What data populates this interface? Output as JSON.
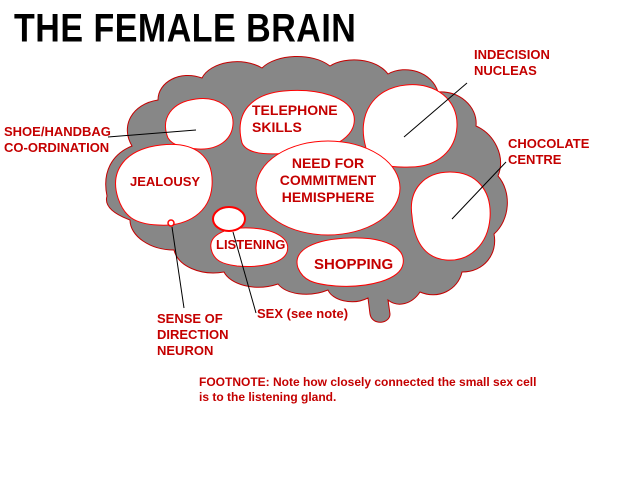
{
  "title": "THE FEMALE BRAIN",
  "brain_regions": {
    "telephone_skills": "TELEPHONE\nSKILLS",
    "jealousy": "JEALOUSY",
    "need_for_commitment": "NEED FOR\nCOMMITMENT\nHEMISPHERE",
    "listening": "LISTENING",
    "shopping": "SHOPPING"
  },
  "callouts": {
    "indecision_nucleas": "INDECISION\nNUCLEAS",
    "shoe_handbag": "SHOE/HANDBAG\nCO-ORDINATION",
    "chocolate_centre": "CHOCOLATE\nCENTRE",
    "sense_of_direction": "SENSE OF\nDIRECTION\nNEURON",
    "sex": "SEX (see note)"
  },
  "footnote": "FOOTNOTE:  Note how closely connected the small sex cell\nis to the listening gland.",
  "colors": {
    "brain_fill": "#878787",
    "region_outline": "#ff0000",
    "label_text": "#c40000",
    "title_text": "#000000",
    "pointer_line": "#000000"
  }
}
